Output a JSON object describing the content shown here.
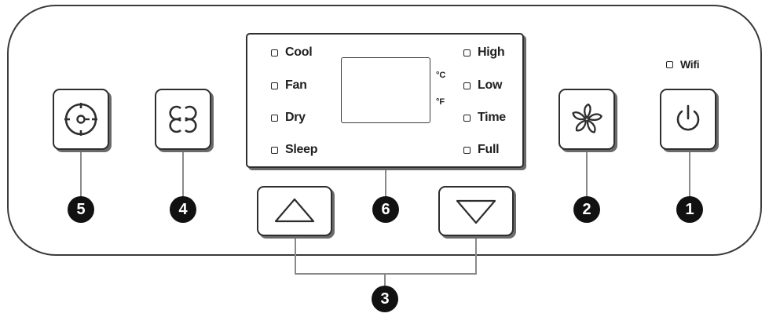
{
  "indicators_left": [
    "Cool",
    "Fan",
    "Dry",
    "Sleep"
  ],
  "indicators_right": [
    "High",
    "Low",
    "Time",
    "Full"
  ],
  "units": {
    "celsius": "°C",
    "fahrenheit": "°F"
  },
  "wifi_label": "Wifi",
  "buttons": {
    "power": {
      "icon": "power-icon",
      "number": "1"
    },
    "fan": {
      "icon": "fan-icon",
      "number": "2"
    },
    "up": {
      "icon": "triangle-up-icon",
      "number": "3"
    },
    "down": {
      "icon": "triangle-down-icon",
      "number": "3"
    },
    "mode": {
      "icon": "mode-icon",
      "number": "4"
    },
    "timer": {
      "icon": "timer-icon",
      "number": "5"
    }
  },
  "display_callout": {
    "number": "6"
  }
}
